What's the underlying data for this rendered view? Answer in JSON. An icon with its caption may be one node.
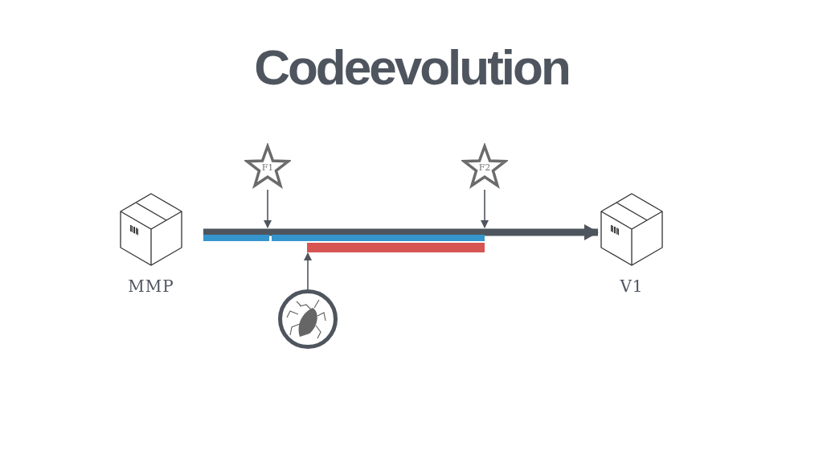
{
  "diagram": {
    "title": "Codeevolution",
    "nodes": [
      {
        "text": [
          "MMP"
        ]
      },
      {
        "text": [
          "F1"
        ]
      },
      {
        "text": [
          "F2"
        ]
      },
      {
        "text": [
          "V1"
        ]
      },
      {
        "text": [],
        "shape": "bar"
      },
      {
        "text": [],
        "shape": "bar"
      },
      {
        "text": [],
        "shape": "bar"
      },
      {
        "text": [],
        "shape": "circle"
      }
    ],
    "edges": [
      {
        "from": 4,
        "to": 3,
        "arrow": "to",
        "style": "thick"
      },
      {
        "from": 1,
        "to": 4,
        "arrow": "to"
      },
      {
        "from": 2,
        "to": 5,
        "arrow": "to"
      },
      {
        "from": 7,
        "to": 6,
        "arrow": "to"
      }
    ]
  }
}
